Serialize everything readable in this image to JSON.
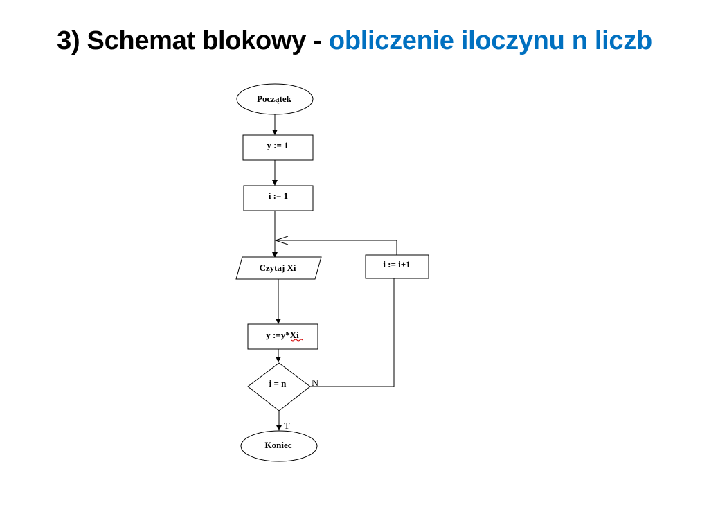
{
  "slide": {
    "title_prefix": "3) Schemat blokowy - ",
    "title_accent": "obliczenie iloczynu n liczb",
    "accent_color": "#0070c0"
  },
  "flowchart": {
    "start": "Początek",
    "init_y": "y := 1",
    "init_i": "i := 1",
    "read": "Czytaj Xi",
    "multiply": "y :=y*Xi",
    "condition": "i = n",
    "increment": "i := i+1",
    "end": "Koniec",
    "label_no": "N",
    "label_yes": "T"
  }
}
